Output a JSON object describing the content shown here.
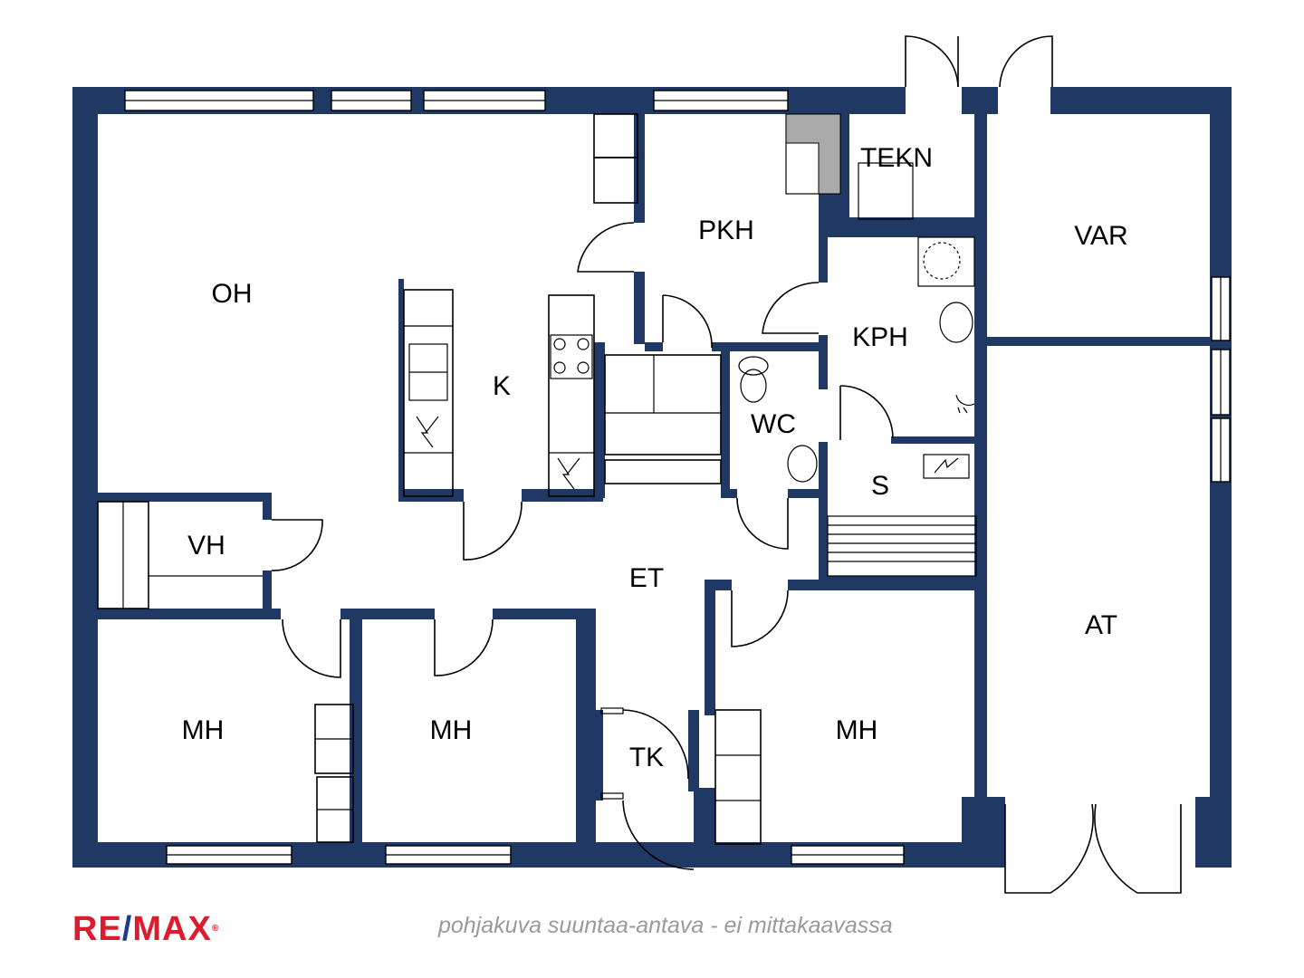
{
  "rooms": {
    "oh": "OH",
    "k": "K",
    "pkh": "PKH",
    "tekn": "TEKN",
    "var": "VAR",
    "kph": "KPH",
    "wc": "WC",
    "s": "S",
    "vh": "VH",
    "et": "ET",
    "at": "AT",
    "mh1": "MH",
    "mh2": "MH",
    "mh3": "MH",
    "tk": "TK"
  },
  "footer": {
    "note": "pohjakuva suuntaa-antava - ei mittakaavassa"
  },
  "logo": {
    "re": "RE",
    "slash": "/",
    "max": "MAX",
    "reg": "®"
  },
  "colors": {
    "wall": "#1f3864",
    "brand_red": "#dc1c2e",
    "brand_blue": "#1f3c88",
    "note_gray": "#9a9a9a"
  }
}
